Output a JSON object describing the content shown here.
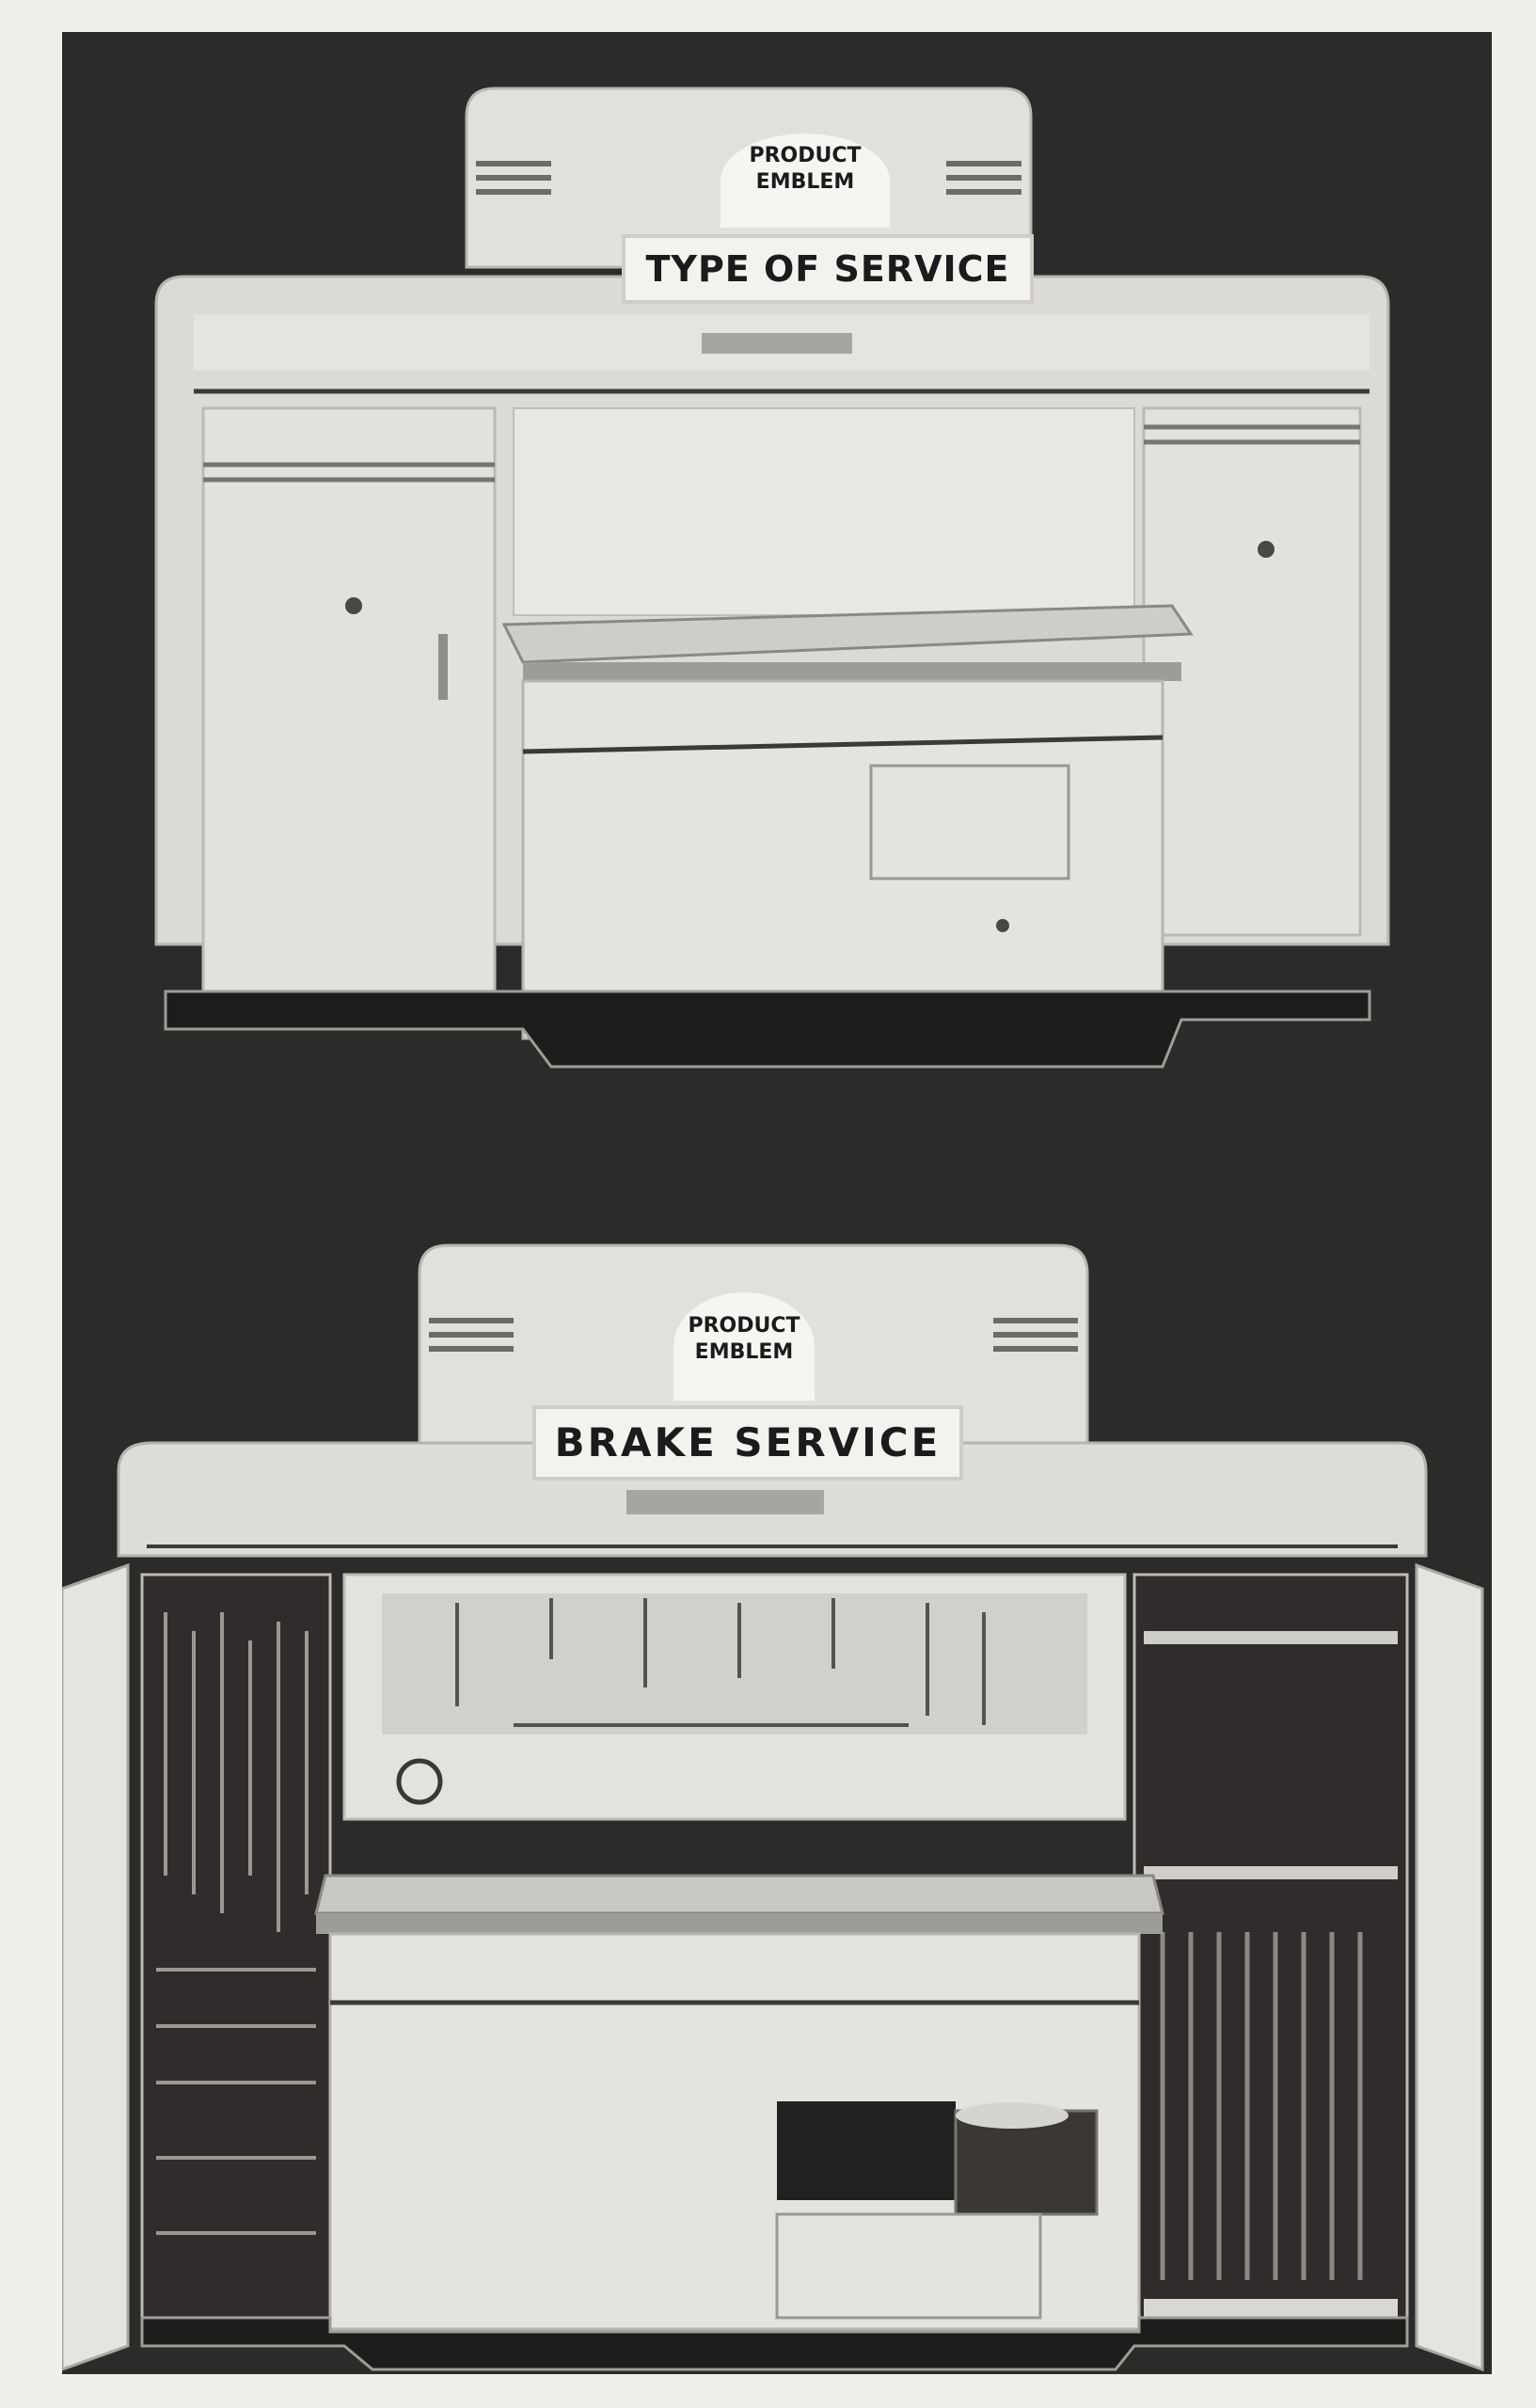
{
  "figures": [
    {
      "sign": "TYPE OF SERVICE",
      "emblem": [
        "PRODUCT",
        "EMBLEM"
      ]
    },
    {
      "sign": "BRAKE SERVICE",
      "emblem": [
        "PRODUCT",
        "EMBLEM"
      ]
    }
  ],
  "colors": {
    "background": "#2d2a2a",
    "cabinet": "#dedcd6",
    "trim": "#8f8d88",
    "paper": "#f0efeb"
  }
}
